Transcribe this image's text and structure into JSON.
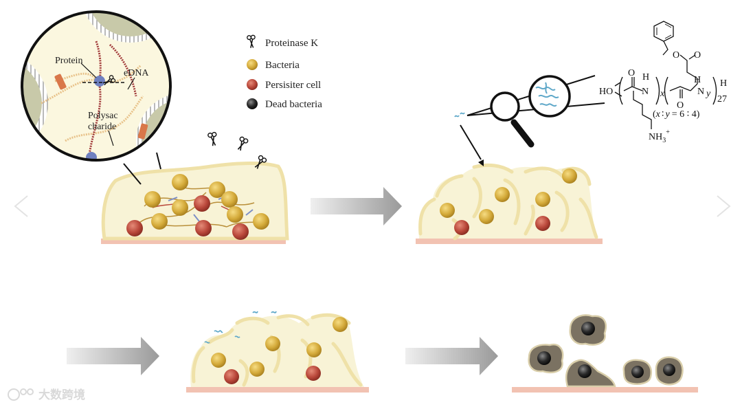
{
  "legend": {
    "items": [
      {
        "id": "proteinase",
        "label": "Proteinase K"
      },
      {
        "id": "bacteria",
        "label": "Bacteria",
        "color": "#d4aa3a"
      },
      {
        "id": "persister",
        "label": "Persisiter cell",
        "color": "#b9473a"
      },
      {
        "id": "dead",
        "label": "Dead bacteria",
        "color": "#2f2f2f"
      }
    ]
  },
  "zoom": {
    "protein": "Protein",
    "edna": "eDNA",
    "polysac_1": "Polysac",
    "polysac_2": "charide"
  },
  "formula": {
    "ho": "HO",
    "h_left": "H",
    "h_right": "H",
    "n_left": "N",
    "n_right": "N",
    "x": "x",
    "y": "y",
    "o_top": "O",
    "o_mid": "O",
    "o_bottom": "O",
    "h_end": "H",
    "sub_27": "27",
    "nh3": "NH",
    "nh3_sub": "3",
    "nh3_sup": "+",
    "ratio_open": "(",
    "ratio_x": "x",
    "ratio_colon1": "∶",
    "ratio_y": "y",
    "ratio_eq": "= 6 ∶ 4)"
  },
  "watermark": "大数跨境",
  "colors": {
    "biofilm_fill": "#f8f3d6",
    "biofilm_edge": "#efe1a8",
    "substrate": "#f2c2b2",
    "arrow": "#a6a6a6",
    "dead_cell": "#7b7262"
  }
}
